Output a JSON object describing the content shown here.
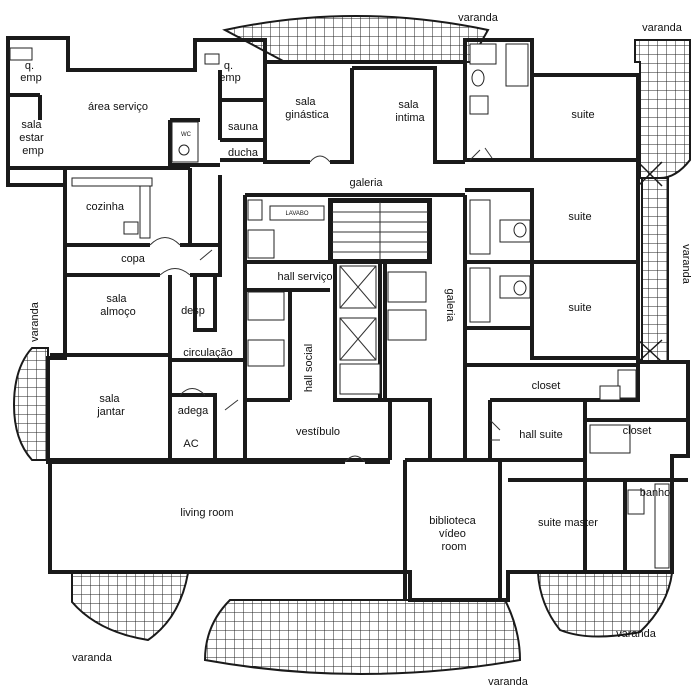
{
  "rooms": {
    "q_emp_1": [
      "q.",
      "emp"
    ],
    "q_emp_2": [
      "q.",
      "emp"
    ],
    "sala_estar_emp": [
      "sala",
      "estar",
      "emp"
    ],
    "area_servico": "área serviço",
    "sauna": "sauna",
    "ducha": "ducha",
    "sala_ginastica": [
      "sala",
      "ginástica"
    ],
    "sala_intima": [
      "sala",
      "intima"
    ],
    "suite_1": "suite",
    "suite_2": "suite",
    "suite_3": "suite",
    "galeria_h": "galeria",
    "galeria_v": "galeria",
    "cozinha": "cozinha",
    "copa": "copa",
    "hall_servico": "hall serviço",
    "hall_social": "hall social",
    "sala_almoco": [
      "sala",
      "almoço"
    ],
    "desp": "desp",
    "circulacao": "circulação",
    "sala_jantar": [
      "sala",
      "jantar"
    ],
    "adega": "adega",
    "ac": "AC",
    "vestibulo": "vestíbulo",
    "closet_1": "closet",
    "closet_2": "closet",
    "hall_suite": "hall suite",
    "banho": "banho",
    "living_room": "living room",
    "biblioteca": [
      "biblioteca",
      "vídeo",
      "room"
    ],
    "suite_master": "suite master"
  },
  "fixtures": {
    "wc_label": "WC",
    "lavabo_label": "LAVABO"
  },
  "verandas": {
    "top": "varanda",
    "top_right": "varanda",
    "right": "varanda",
    "left": "varanda",
    "bottom_left": "varanda",
    "bottom_center": "varanda",
    "bottom_right": "varanda"
  }
}
